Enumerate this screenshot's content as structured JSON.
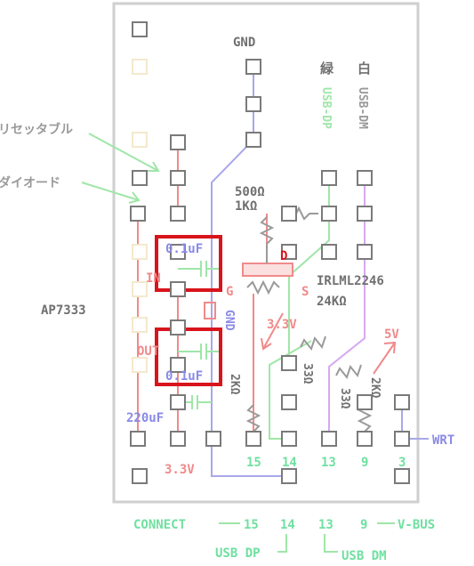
{
  "colors": {
    "gray": "#9a9a9a",
    "dark": "#707070",
    "pink": "#f08a8a",
    "green": "#9fe6a8",
    "blue": "#a8a8ea",
    "violet": "#d6a8f2",
    "red": "#d8141c",
    "teal": "#6fe0a0",
    "pad": "#7a7a7a",
    "pad_faint": "#f3e9cc"
  },
  "labels": {
    "gnd_top": "GND",
    "green_kanji": "緑",
    "white_kanji": "白",
    "usb_dp_vert": "USB-DP",
    "usb_dm_vert": "USB-DM",
    "resettable": "リセッタブル",
    "diode": "ダイオード",
    "r500": "500Ω",
    "r1k": "1KΩ",
    "cap_top": "0.1uF",
    "pin_d": "D",
    "pin_g": "G",
    "pin_s": "S",
    "in": "IN",
    "irlml": "IRLML2246",
    "r24k": "24KΩ",
    "ap7333": "AP7333",
    "gnd_vert": "GND",
    "v33_arrow": "3.3V",
    "v5": "5V",
    "out": "OUT",
    "cap_bottom": "0.1uF",
    "r33a": "33Ω",
    "r33b": "33Ω",
    "r2k_left": "2KΩ",
    "r2k_right": "2KΩ",
    "cap_220": "220uF",
    "wrt": "WRT",
    "pin15": "15",
    "pin14": "14",
    "pin13": "13",
    "pin9": "9",
    "pin3": "3",
    "v33_bottom": "3.3V",
    "connect": "CONNECT",
    "leg_15": "15",
    "leg_14": "14",
    "leg_13": "13",
    "leg_9": "9",
    "vbus": "V-BUS",
    "usb_dp": "USB DP",
    "usb_dm": "USB DM"
  }
}
